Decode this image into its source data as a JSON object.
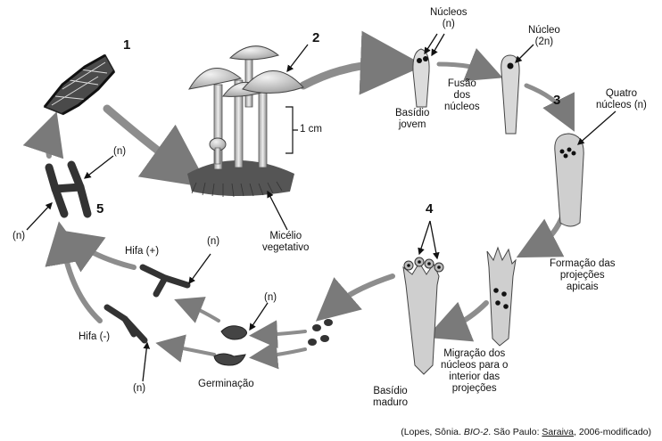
{
  "steps": {
    "s1": "1",
    "s2": "2",
    "s3": "3",
    "s4": "4",
    "s5": "5"
  },
  "labels": {
    "nucleos_n": "Núcleos\n(n)",
    "nucleo_2n": "Núcleo\n(2n)",
    "basidio_jovem": "Basídio\njovem",
    "fusao_nucleos": "Fusão\ndos\nnúcleos",
    "quatro_nucleos": "Quatro\nnúcleos (n)",
    "scale_1cm": "1 cm",
    "micelio": "Micélio\nvegetativo",
    "formacao": "Formação das\nprojeções\napicais",
    "migracao": "Migração dos\nnúcleos para o\ninterior das\nprojeções",
    "basidio_maduro": "Basídio\nmaduro",
    "germinacao": "Germinação",
    "hifa_plus": "Hifa (+)",
    "hifa_minus": "Hifa (-)",
    "n_hifa_plus": "(n)",
    "n_spore": "(n)",
    "n_hifa_minus": "(n)",
    "n5_top": "(n)",
    "n5_left": "(n)"
  },
  "caption": {
    "prefix": "(Lopes, Sônia. ",
    "book": "BIO-2",
    "middle": ". São Paulo: ",
    "publisher": "Saraiva",
    "suffix": ", 2006-modificado)"
  },
  "colors": {
    "arrow": "#8a8a8a",
    "cell": "#3a3a3a",
    "cap": "#d8d8d8"
  }
}
